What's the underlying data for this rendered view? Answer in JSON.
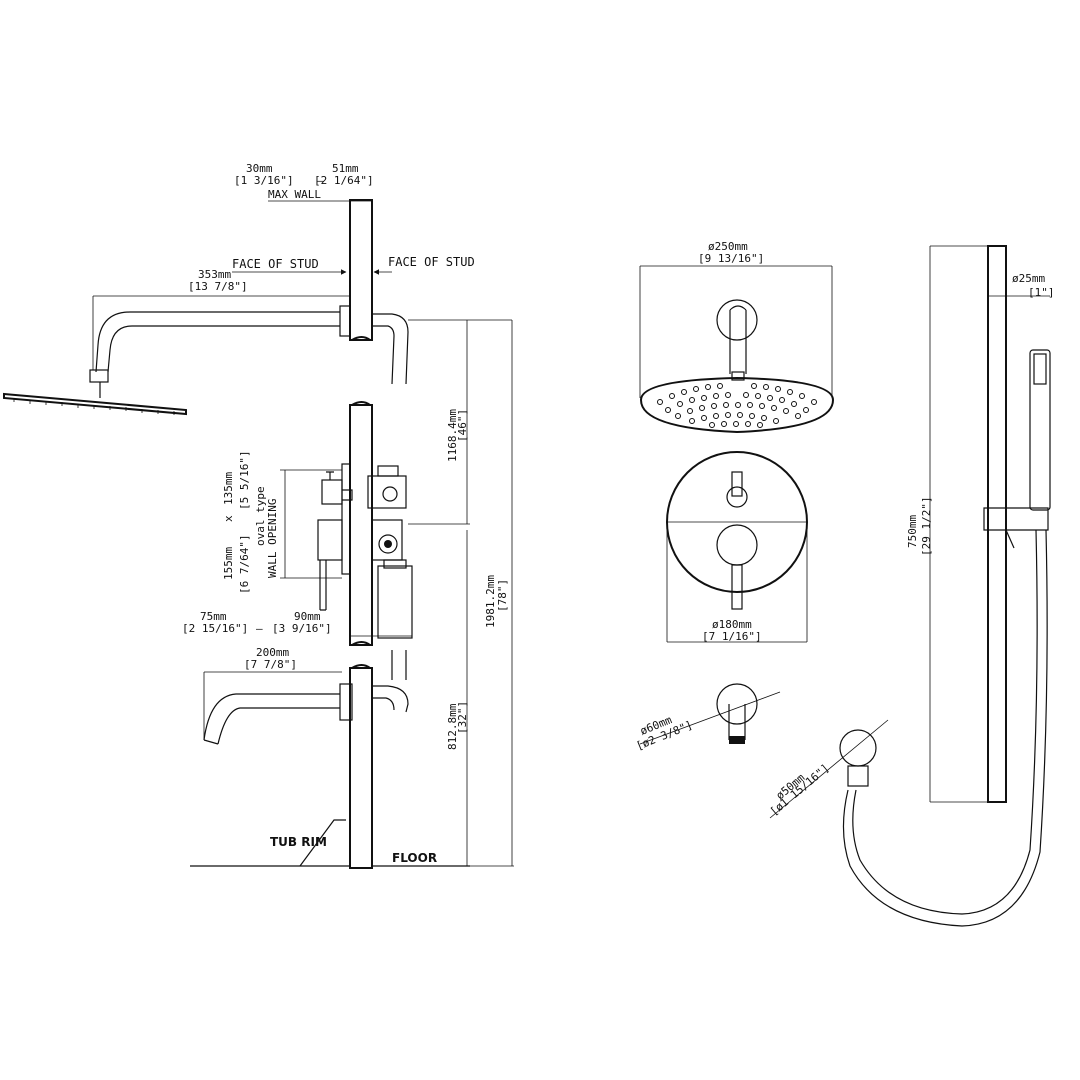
{
  "side_view": {
    "wall_depth": {
      "min": "30mm",
      "min_in": "[1 3/16\"]",
      "max": "51mm",
      "max_in": "[2 1/64\"]",
      "label": "MAX WALL"
    },
    "face_of_stud_left": "FACE OF STUD",
    "face_of_stud_right": "FACE OF STUD",
    "shower_arm_length": {
      "mm": "353mm",
      "in": "[13 7/8\"]"
    },
    "shower_height": {
      "mm": "1168.4mm",
      "in": "[46\"]"
    },
    "total_height": {
      "mm": "1981.2mm",
      "in": "[78\"]"
    },
    "tub_spout_height": {
      "mm": "812.8mm",
      "in": "[32\"]"
    },
    "wall_opening": {
      "height_mm": "135mm",
      "height_in": "[5 5/16\"]",
      "width_mm": "155mm",
      "width_in": "[6 7/64\"]",
      "x_symbol": "x",
      "type_label": "oval type",
      "opening_label": "WALL OPENING"
    },
    "valve_depth": {
      "min": "75mm",
      "min_in": "[2 15/16\"]",
      "max": "90mm",
      "max_in": "[3 9/16\"]"
    },
    "tub_spout_length": {
      "mm": "200mm",
      "in": "[7 7/8\"]"
    },
    "tub_rim_label": "TUB RIM",
    "floor_label": "FLOOR"
  },
  "front_view": {
    "shower_head_diameter": {
      "mm": "ø250mm",
      "in": "[9 13/16\"]"
    },
    "trim_plate_diameter": {
      "mm": "ø180mm",
      "in": "[7 1/16\"]"
    },
    "spout_diameter": {
      "mm": "ø60mm",
      "in": "[ø2 3/8\"]"
    }
  },
  "slide_bar_view": {
    "bar_diameter": {
      "mm": "ø25mm",
      "in": "[1\"]"
    },
    "bar_length": {
      "mm": "750mm",
      "in": "[29 1/2\"]"
    },
    "elbow_diameter": {
      "mm": "ø50mm",
      "in": "[ø1 15/16\"]"
    }
  }
}
